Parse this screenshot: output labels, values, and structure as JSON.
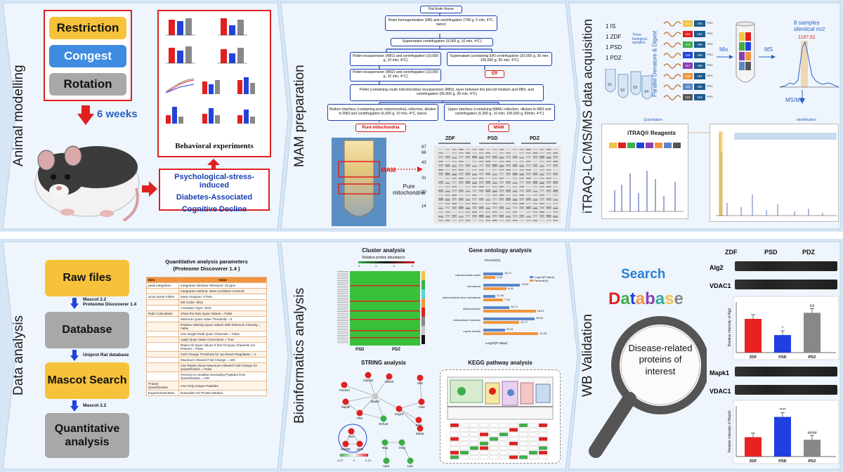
{
  "colors": {
    "band": "#d6e6f5",
    "panel": "#eaf3fb",
    "chev": "#c9dcf0",
    "orange": "#f6c23b",
    "blue": "#3e8be0",
    "gray": "#a8a8a8",
    "red": "#e02020",
    "navy": "#1a3fb0"
  },
  "sections": {
    "animal_modelling": "Animal modelling",
    "mam_preparation": "MAM preparation",
    "itraq": "iTRAQ-LC/MS/MS data acquisition",
    "data_analysis": "Data analysis",
    "bioinformatics": "Bioinformatics analysis",
    "wb_validation": "WB Validation"
  },
  "animal": {
    "stress_types": [
      "Restriction",
      "Congest",
      "Rotation"
    ],
    "duration": "6 weeks",
    "behavioral_caption": "Behavioral experiments",
    "outcome_lines": [
      "Psychological-stress-induced",
      "Diabetes-Associated",
      "Cognitive Decline"
    ]
  },
  "mam": {
    "flow": [
      "Rat brain tissue",
      "Brain homogenization (HB) and centrifugation (740 g, 5 min, 4°C, twice)",
      "Supernatant centrifugation (9,000 g, 10 min, 4°C)",
      "Pellet resuspension (RB1) and centrifugation (10,000 g, 10 min, 4°C)",
      "Supernatant (containing ER) centrifugation (20,000 g, 30 min; 100,000 g, 60 min, 4°C)",
      "Pellet resuspension (RB2) and centrifugation (10,000 g, 10 min, 4°C)",
      "ER",
      "Pellet (containing crude mitochondria) resuspension (RB3), layer between the percoll medium and RB3, and centrifugation (95,000 g, 30 min, 4°C)",
      "Bottom interface (containing pure mitochondria) collection, dilution in RB3 and centrifugation (6,300 g, 10 min, 4°C, twice)",
      "Upper interface (containing MAM) collection, dilution in RB3 and centrifugation (6,300 g, 10 min; 100,000 g, 60min, 4°C)",
      "Pure mitochondria",
      "MAM"
    ],
    "tube_labels": [
      "MAM",
      "Pure mitochondria"
    ],
    "gel_groups": [
      "ZDF",
      "PSD",
      "PDZ"
    ],
    "gel_markers": [
      "97",
      "66",
      "43",
      "31",
      "20",
      "14"
    ]
  },
  "itraq": {
    "samples": [
      "1 IS",
      "1 ZDF",
      "1 PSD",
      "1 PDZ"
    ],
    "bio_label": "Three biological samples",
    "parallel_label": "Parallel Denature & Digest",
    "tube_names": [
      "S1",
      "S2",
      "S3",
      "S4"
    ],
    "tags": [
      "113",
      "114",
      "115",
      "116",
      "117",
      "118",
      "119",
      "121"
    ],
    "balance": [
      "192",
      "191",
      "190",
      "189",
      "188",
      "187",
      "186",
      "184"
    ],
    "mix": "Mix",
    "ms": "MS",
    "ms_note_1": "8 samples",
    "ms_note_2": "identical m/z",
    "peak": "1197.61",
    "msms": "MS/MS",
    "quant": "Quantitation",
    "ident": "Identification",
    "reagents": "iTRAQ® Reagents"
  },
  "data_analysis": {
    "steps": [
      "Raw files",
      "Database",
      "Mascot Search",
      "Quantitative analysis"
    ],
    "connectors": [
      "Mascot 2.2\nProteome Discoverer 1.4",
      "Uniprot Rat database",
      "Mascot 2.2"
    ],
    "table_title_1": "Quantitative analysis parameters",
    "table_title_2": "(Proteome Discoverer 1.4 )",
    "table_head": [
      "Item",
      "Value"
    ],
    "table_rows": [
      [
        "peak integration",
        "Integration Window Tolerance:   20 ppm"
      ],
      [
        "",
        "Integration Method:   Most Confident Centroid"
      ],
      [
        "Scan Event Filters",
        "Mass Analyzer:   FTMS"
      ],
      [
        "",
        "MS Order:   MS2"
      ],
      [
        "",
        "Activation Type:   HCD"
      ],
      [
        "Ratio Calculation",
        "Show the Raw Quan Values = False"
      ],
      [
        "",
        "Minimum Quan Value Threshold = 0"
      ],
      [
        "",
        "Replace Missing Quan Values With Minimum Intensity = False"
      ],
      [
        "",
        "Use Single-Peak Quan Channels = False"
      ],
      [
        "",
        "Apply Quan Value Corrections = True"
      ],
      [
        "",
        "Reject All Quan Values If Not All Quan Channels Are Present = False"
      ],
      [
        "",
        "Fold Change Threshold for Up-/Down-Regulation = 2"
      ],
      [
        "",
        "Maximum Allowed Fold Change = 100"
      ],
      [
        "",
        "Use Ratios Above Maximum Allowed Fold Change for Quantification = False"
      ],
      [
        "",
        "Percent Co-Isolation Excluding Peptides from Quantification = 100"
      ],
      [
        "Protein Quantification",
        "Use Only Unique Peptides"
      ],
      [
        "Experimental Bias",
        "Normalize On Protein Median"
      ]
    ]
  },
  "bioinfo": {
    "cluster_title": "Cluster analysis",
    "cluster_sub": "Relative protein abundance",
    "cluster_scale": [
      "0",
      "1",
      "2",
      "3"
    ],
    "cluster_groups": [
      "PSD",
      "PDZ"
    ],
    "go_title": "Gene ontology analysis",
    "go_axis_top": "Percent(%)",
    "go_axis_bottom": "-Log10(P-Value)",
    "go_legend": [
      "-Log10(P-Value)",
      "Percent(%)"
    ],
    "go_terms": [
      "mitochondrial matrix",
      "membrane",
      "mitochondrial inner membrane",
      "mitochondrion",
      "extracellular exosome",
      "myelin sheath"
    ],
    "go_values": [
      "18.71",
      "34.92",
      "11.46",
      "24.71",
      "48.81",
      "20.34"
    ],
    "go_values_b": [
      "4.26",
      "8.18",
      "7.04",
      "18.67",
      "12.77",
      "19.48"
    ],
    "string_title": "STRING analysis",
    "string_nodes": [
      "Capza2",
      "Sfl00b",
      "Dlat",
      "Tmed10",
      "Gapdh",
      "Mapk1",
      "Cted",
      "Pkm",
      "Eef1a2",
      "Gng12",
      "Rab5c",
      "Pfdp",
      "Nd2",
      "Nduf56",
      "Atp5l",
      "Mag",
      "Omg",
      "Apoe",
      "Lrp1"
    ],
    "string_scale": [
      "-0.37",
      "0",
      "0.79"
    ],
    "kegg_title": "KEGG pathway analysis"
  },
  "wb": {
    "search": "Search",
    "database_letters": [
      "D",
      "a",
      "t",
      "a",
      "b",
      "a",
      "s",
      "e"
    ],
    "magnifier": "Disease-related proteins of interest",
    "groups": [
      "ZDF",
      "PSD",
      "PDZ"
    ],
    "blots": [
      {
        "name": "Alg2",
        "control": "VDAC1",
        "ylabel": "Relative Intensity of Alg2",
        "values": [
          1.0,
          0.52,
          1.18
        ],
        "marks": [
          "",
          "*",
          "##"
        ],
        "ymax": 1.5
      },
      {
        "name": "Mapk1",
        "control": "VDAC1",
        "ylabel": "Relative Intensity of Mapk1",
        "values": [
          1.15,
          2.35,
          1.0
        ],
        "marks": [
          "",
          "****",
          "####"
        ],
        "ymax": 3.0
      }
    ],
    "bar_colors": [
      "#e82222",
      "#1f3fe0",
      "#888888"
    ]
  }
}
